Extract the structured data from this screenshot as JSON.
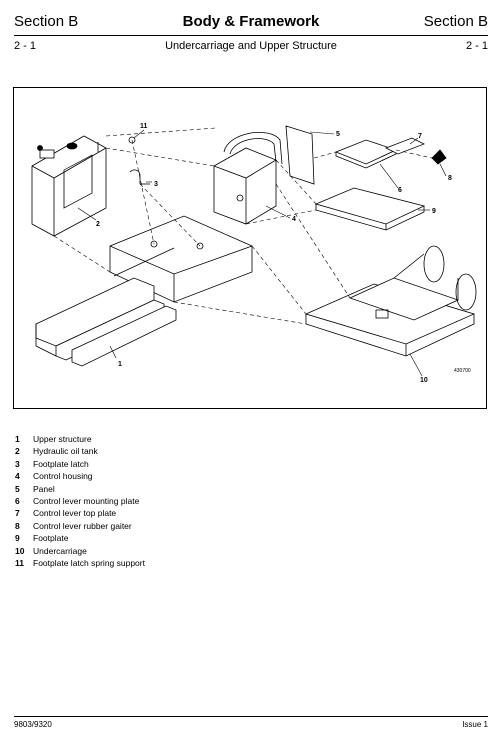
{
  "header": {
    "left": "Section B",
    "title": "Body & Framework",
    "right": "Section B"
  },
  "subheader": {
    "left": "2 - 1",
    "title": "Undercarriage and Upper Structure",
    "right": "2 - 1"
  },
  "figure": {
    "callouts": [
      "1",
      "2",
      "3",
      "4",
      "5",
      "6",
      "7",
      "8",
      "9",
      "10",
      "11"
    ],
    "figure_number": "430700"
  },
  "legend": [
    {
      "num": "1",
      "label": "Upper structure"
    },
    {
      "num": "2",
      "label": "Hydraulic oil tank"
    },
    {
      "num": "3",
      "label": "Footplate latch"
    },
    {
      "num": "4",
      "label": "Control housing"
    },
    {
      "num": "5",
      "label": "Panel"
    },
    {
      "num": "6",
      "label": "Control lever mounting plate"
    },
    {
      "num": "7",
      "label": "Control lever top plate"
    },
    {
      "num": "8",
      "label": "Control lever rubber gaiter"
    },
    {
      "num": "9",
      "label": "Footplate"
    },
    {
      "num": "10",
      "label": "Undercarriage"
    },
    {
      "num": "11",
      "label": "Footplate latch spring support"
    }
  ],
  "footer": {
    "left": "9803/9320",
    "right": "Issue 1"
  }
}
